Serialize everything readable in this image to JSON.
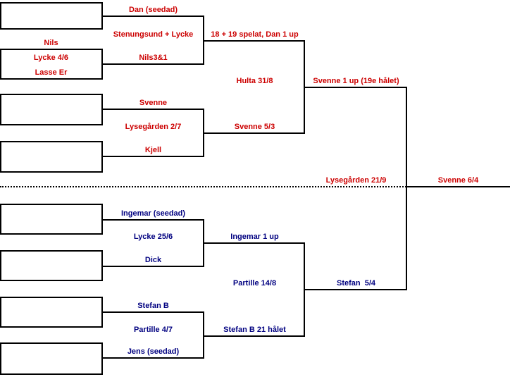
{
  "colors": {
    "top_half_text": "#cc0000",
    "bottom_half_text": "#000080",
    "lines": "#000000",
    "background": "#ffffff"
  },
  "bracket": {
    "round1_matches": {
      "nils_vs_lasse": {
        "player_top": "Nils",
        "venue_date": "Lycke 4/6",
        "player_bottom": "Lasse Er"
      }
    },
    "quarterfinals": {
      "qf1": {
        "slot_top": "Dan (seedad)",
        "venue_date": "Stenungsund + Lycke",
        "slot_bottom": "Nils3&1",
        "result": "18 + 19 spelat, Dan 1 up"
      },
      "qf2": {
        "slot_top": "Svenne",
        "venue_date": "Lysegården 2/7",
        "slot_bottom": "Kjell",
        "result": "Svenne 5/3"
      },
      "qf3": {
        "slot_top": "Ingemar (seedad)",
        "venue_date": "Lycke 25/6",
        "slot_bottom": "Dick",
        "result": "Ingemar 1 up"
      },
      "qf4": {
        "slot_top": "Stefan B",
        "venue_date": "Partille 4/7",
        "slot_bottom": "Jens (seedad)",
        "result": "Stefan B 21 hålet"
      }
    },
    "semifinals": {
      "sf1": {
        "venue_date": "Hulta 31/8",
        "result": "Svenne 1 up (19e hålet)"
      },
      "sf2": {
        "venue_date": "Partille 14/8",
        "result": "Stefan  5/4"
      }
    },
    "final": {
      "venue_date": "Lysegården 21/9",
      "result": "Svenne 6/4"
    }
  }
}
